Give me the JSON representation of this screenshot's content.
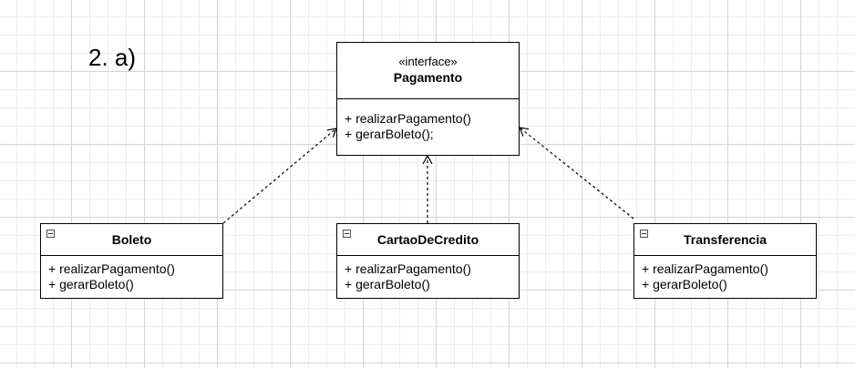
{
  "heading": "2. a)",
  "interface": {
    "stereotype": "«interface»",
    "name": "Pagamento",
    "methods": [
      "+ realizarPagamento()",
      "+ gerarBoleto();"
    ]
  },
  "classes": [
    {
      "name": "Boleto",
      "methods": [
        "+ realizarPagamento()",
        "+ gerarBoleto()"
      ]
    },
    {
      "name": "CartaoDeCredito",
      "methods": [
        "+ realizarPagamento()",
        "+ gerarBoleto()"
      ]
    },
    {
      "name": "Transferencia",
      "methods": [
        "+ realizarPagamento()",
        "+ gerarBoleto()"
      ]
    }
  ]
}
